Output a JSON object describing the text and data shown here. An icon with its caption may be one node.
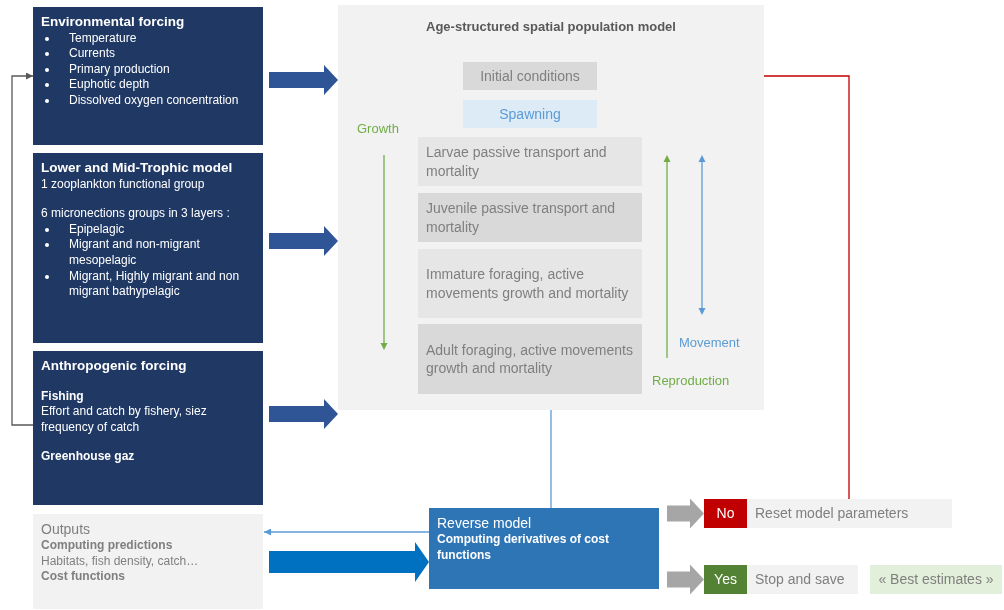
{
  "diagram": {
    "nodes": [
      {
        "text": [
          "Environmental forcing",
          "Temperature",
          "Currents",
          "Primary production",
          "Euphotic depth",
          "Dissolved oxygen concentration"
        ]
      },
      {
        "text": [
          "Lower and Mid-Trophic model",
          "1 zooplankton functional group",
          "6 micronections groups in 3 layers :",
          "Epipelagic",
          "Migrant and non-migrant mesopelagic",
          "Migrant, Highly migrant and non migrant bathypelagic"
        ]
      },
      {
        "text": [
          "Anthropogenic forcing",
          "Fishing",
          "Effort and catch by fishery, siez frequency of catch",
          "Greenhouse gaz"
        ]
      },
      {
        "text": [
          "Outputs",
          "Computing predictions",
          "Habitats, fish density, catch…",
          "Cost functions"
        ]
      },
      {
        "text": [
          "Age-structured spatial population model"
        ]
      },
      {
        "text": [
          "Initial conditions"
        ],
        "in": 4
      },
      {
        "text": [
          "Spawning"
        ],
        "in": 4
      },
      {
        "text": [
          "Larvae passive transport and mortality"
        ],
        "in": 4
      },
      {
        "text": [
          "Juvenile passive transport and mortality"
        ],
        "in": 4
      },
      {
        "text": [
          "Immature foraging, active movements growth and mortality"
        ],
        "in": 4
      },
      {
        "text": [
          "Adult foraging, active movements growth and mortality"
        ],
        "in": 4
      },
      {
        "text": [
          "Reverse model",
          "Computing derivatives of cost functions"
        ]
      },
      {
        "text": [
          "No"
        ]
      },
      {
        "text": [
          "Reset model parameters"
        ]
      },
      {
        "text": [
          "Yes"
        ]
      },
      {
        "text": [
          "Stop and save"
        ]
      },
      {
        "text": [
          "« Best estimates »"
        ]
      }
    ],
    "edges": [
      {
        "from": 0,
        "to": 4,
        "arrow": "to",
        "style": "thick",
        "color": "#2f5597"
      },
      {
        "from": 1,
        "to": 4,
        "arrow": "to",
        "style": "thick",
        "color": "#2f5597"
      },
      {
        "from": 2,
        "to": 4,
        "arrow": "to",
        "style": "thick",
        "color": "#2f5597"
      },
      {
        "from": 2,
        "to": 0,
        "arrow": "to",
        "color": "#595959"
      },
      {
        "from": 4,
        "to": 11,
        "arrow": "none",
        "color": "#5b9bd5"
      },
      {
        "from": 11,
        "to": 3,
        "arrow": "to",
        "color": "#5b9bd5"
      },
      {
        "from": 3,
        "to": 11,
        "arrow": "to",
        "style": "thick",
        "color": "#0070c0"
      },
      {
        "from": 11,
        "to": 12,
        "arrow": "to",
        "style": "thick",
        "color": "#a6a6a6"
      },
      {
        "from": 11,
        "to": 14,
        "arrow": "to",
        "style": "thick",
        "color": "#a6a6a6"
      },
      {
        "from": 13,
        "to": 5,
        "arrow": "to",
        "color": "#c00000"
      }
    ],
    "labels": [
      "Growth",
      "Movement",
      "Reproduction"
    ]
  }
}
